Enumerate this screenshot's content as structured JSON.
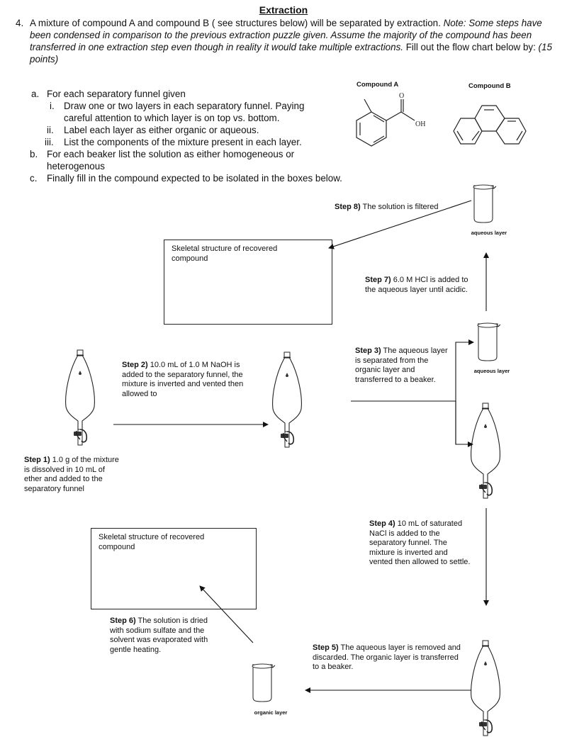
{
  "header": {
    "title": "Extraction"
  },
  "question": {
    "number": "4.",
    "intro": "A mixture of compound A and compound B ( see structures below) will be separated by extraction.",
    "note": "Note: Some steps have been condensed in comparison to the previous extraction puzzle given. Assume the majority of the compound has been transferred in one extraction step even though in reality it would take multiple extractions.",
    "fill": "Fill out the flow chart below by:",
    "points": "(15 points)",
    "a": "For each separatory funnel given",
    "a_i_1": "Draw one or two layers in each separatory funnel. Paying",
    "a_i_2": "careful attention to which layer is on top vs. bottom.",
    "a_ii": "Label each layer as either organic or aqueous.",
    "a_iii": "List the components of the mixture present in each layer.",
    "b_1": "For each beaker list the solution as either homogeneous or",
    "b_2": "heterogenous",
    "c": "Finally fill in the compound expected to be isolated in the boxes below.",
    "markers": {
      "a": "a.",
      "i": "i.",
      "ii": "ii.",
      "iii": "iii.",
      "b": "b.",
      "c": "c."
    }
  },
  "compounds": {
    "a_label": "Compound A",
    "b_label": "Compound B",
    "oh": "OH",
    "o": "O"
  },
  "steps": {
    "s1_head": "Step 1)",
    "s1_body": "1.0 g of the mixture is dissolved in 10 mL of ether  and added to the separatory funnel",
    "s2_head": "Step 2)",
    "s2_body": "10.0 mL of 1.0 M NaOH is added to the separatory funnel, the mixture is inverted and vented then allowed to",
    "s3_head": "Step 3)",
    "s3_body": "The aqueous layer is separated from the organic layer and transferred to a beaker.",
    "s4_head": "Step 4)",
    "s4_body": "10 mL of saturated NaCl is added to the separatory funnel. The mixture is inverted and vented then allowed to settle.",
    "s5_head": "Step 5)",
    "s5_body": "The aqueous layer is removed and discarded. The organic layer is transferred to a beaker.",
    "s6_head": "Step 6)",
    "s6_body": "The solution is dried with sodium sulfate and the solvent was evaporated with gentle heating.",
    "s7_head": "Step 7)",
    "s7_body": "6.0 M HCl is added to the aqueous layer until acidic.",
    "s8_head": "Step 8)",
    "s8_body": "The solution is filtered"
  },
  "boxes": {
    "top": "Skeletal structure of recovered compound",
    "bottom": "Skeletal structure of recovered compound"
  },
  "beakers": {
    "b1": "aqueous layer",
    "b2": "aqueous layer",
    "b3": "organic layer"
  }
}
